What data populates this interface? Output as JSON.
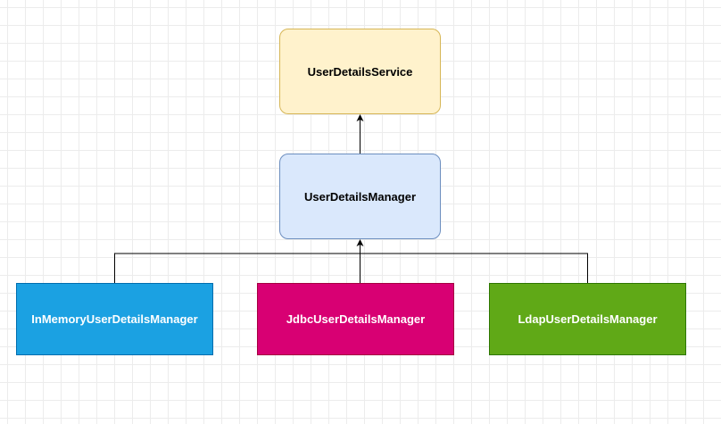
{
  "diagram": {
    "nodes": {
      "service": "UserDetailsService",
      "manager": "UserDetailsManager",
      "inmemory": "InMemoryUserDetailsManager",
      "jdbc": "JdbcUserDetailsManager",
      "ldap": "LdapUserDetailsManager"
    },
    "edges": [
      {
        "from": "UserDetailsManager",
        "to": "UserDetailsService"
      },
      {
        "from": "InMemoryUserDetailsManager",
        "to": "UserDetailsManager"
      },
      {
        "from": "JdbcUserDetailsManager",
        "to": "UserDetailsManager"
      },
      {
        "from": "LdapUserDetailsManager",
        "to": "UserDetailsManager"
      }
    ],
    "colors": {
      "service_fill": "#fff2cc",
      "service_stroke": "#d6b656",
      "manager_fill": "#dae8fc",
      "manager_stroke": "#6c8ebf",
      "inmemory_fill": "#1ba1e2",
      "jdbc_fill": "#d80073",
      "ldap_fill": "#60a917",
      "edge": "#000000"
    }
  }
}
